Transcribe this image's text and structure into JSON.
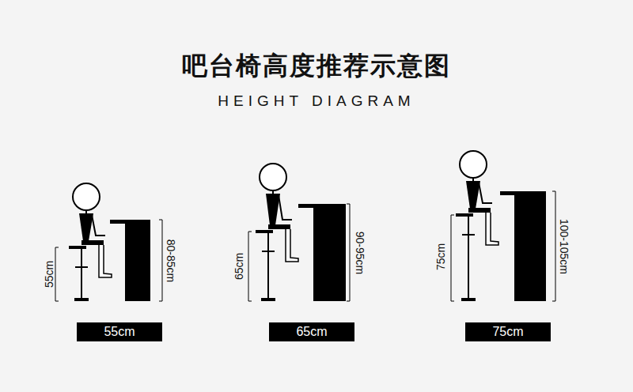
{
  "diagram": {
    "title": "吧台椅高度推荐示意图",
    "nodes": [
      {
        "text": [
          "55cm"
        ]
      },
      {
        "text": [
          "65cm"
        ]
      },
      {
        "text": [
          "75cm"
        ]
      }
    ],
    "labels": [
      "HEIGHT DIAGRAM",
      "55cm",
      "80-85cm",
      "65cm",
      "90-95cm",
      "75cm",
      "100-105cm"
    ]
  }
}
